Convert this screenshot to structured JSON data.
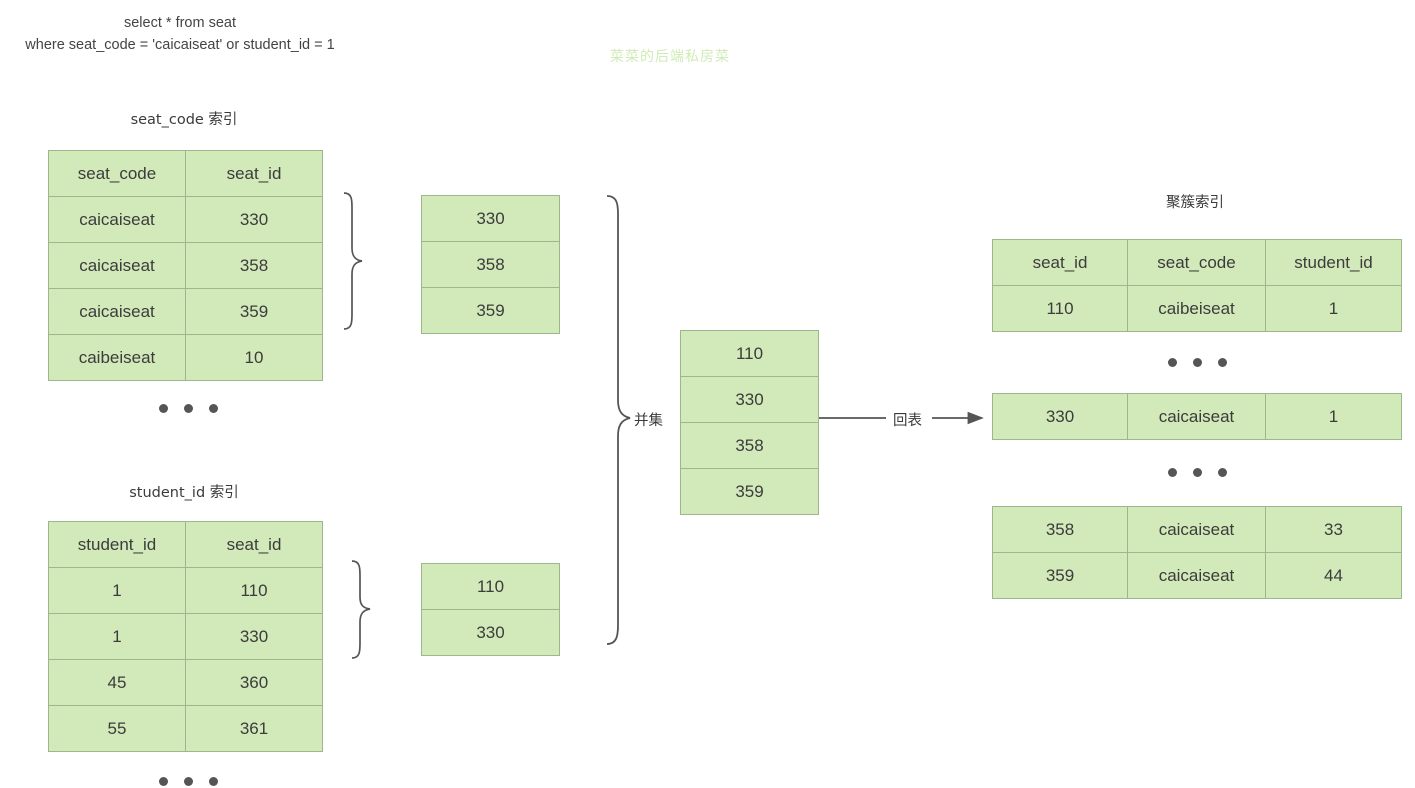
{
  "sql": {
    "line1": "select * from seat",
    "line2": "where seat_code = 'caicaiseat' or student_id = 1"
  },
  "watermark": "菜菜的后端私房菜",
  "captions": {
    "seat_code_index": "seat_code 索引",
    "student_id_index": "student_id 索引",
    "clustered_index": "聚簇索引"
  },
  "labels": {
    "union": "并集",
    "back_to_table": "回表",
    "ellipsis": "•"
  },
  "colors": {
    "cell_fill": "#d2e9ba",
    "cell_border": "#9cb78a",
    "text": "#3c3c3c",
    "watermark": "#cfecb6",
    "line": "#555555"
  },
  "seat_code_index_table": {
    "headers": [
      "seat_code",
      "seat_id"
    ],
    "rows": [
      [
        "caicaiseat",
        "330"
      ],
      [
        "caicaiseat",
        "358"
      ],
      [
        "caicaiseat",
        "359"
      ],
      [
        "caibeiseat",
        "10"
      ]
    ]
  },
  "student_id_index_table": {
    "headers": [
      "student_id",
      "seat_id"
    ],
    "rows": [
      [
        "1",
        "110"
      ],
      [
        "1",
        "330"
      ],
      [
        "45",
        "360"
      ],
      [
        "55",
        "361"
      ]
    ]
  },
  "seat_code_result": {
    "values": [
      "330",
      "358",
      "359"
    ]
  },
  "student_id_result": {
    "values": [
      "110",
      "330"
    ]
  },
  "union_result": {
    "values": [
      "110",
      "330",
      "358",
      "359"
    ]
  },
  "clustered_index_tables": [
    {
      "headers": [
        "seat_id",
        "seat_code",
        "student_id"
      ],
      "rows": [
        [
          "110",
          "caibeiseat",
          "1"
        ]
      ]
    },
    {
      "headers": null,
      "rows": [
        [
          "330",
          "caicaiseat",
          "1"
        ]
      ]
    },
    {
      "headers": null,
      "rows": [
        [
          "358",
          "caicaiseat",
          "33"
        ],
        [
          "359",
          "caicaiseat",
          "44"
        ]
      ]
    }
  ]
}
